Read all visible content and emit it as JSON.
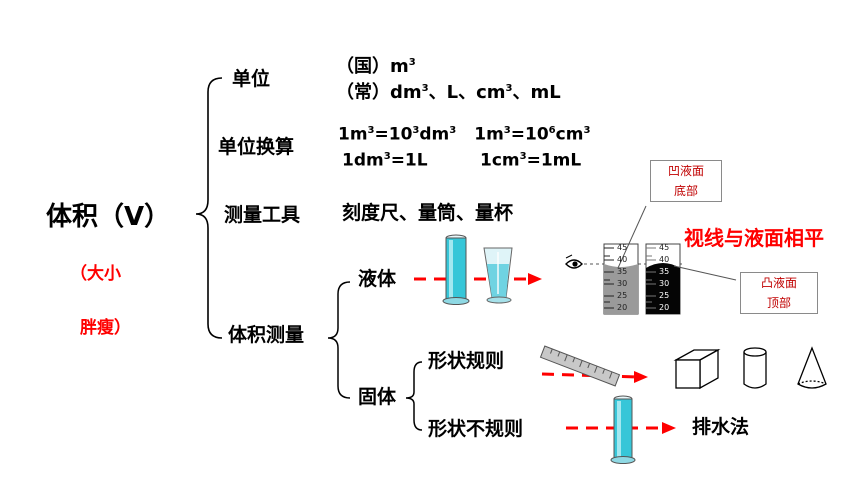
{
  "root": {
    "title": "体积（V）",
    "note_line1": "（大小",
    "note_line2": "胖瘦）"
  },
  "units": {
    "label": "单位",
    "intl_prefix": "（国）m",
    "intl_sup": "3",
    "common": [
      "（常）dm",
      "3",
      "、L、cm",
      "3",
      "、mL"
    ]
  },
  "conversion": {
    "label": "单位换算",
    "row1": [
      "1m",
      "3",
      "=10",
      "3",
      "dm",
      "3",
      "1m",
      "3",
      "=10",
      "6",
      "cm",
      "3"
    ],
    "row2a": [
      "1dm",
      "3",
      "=1L"
    ],
    "row2b": [
      "1cm",
      "3",
      "=1mL"
    ]
  },
  "tools": {
    "label": "测量工具",
    "value": "刻度尺、量筒、量杯"
  },
  "measure": {
    "label": "体积测量",
    "liquid": "液体",
    "solid": "固体",
    "regular": "形状规则",
    "irregular": "形状不规则",
    "method": "排水法",
    "sight_line": "视线与液面相平",
    "concave_line1": "凹液面",
    "concave_line2": "底部",
    "convex_line1": "凸液面",
    "convex_line2": "顶部",
    "scale_left": [
      "45",
      "40",
      "35",
      "30",
      "25",
      "20"
    ],
    "scale_right": [
      "45",
      "40",
      "35",
      "30",
      "25",
      "20"
    ]
  },
  "colors": {
    "arrow": "#ff0000",
    "liquid": "#37c6d8",
    "highlight": "#ff0000"
  }
}
